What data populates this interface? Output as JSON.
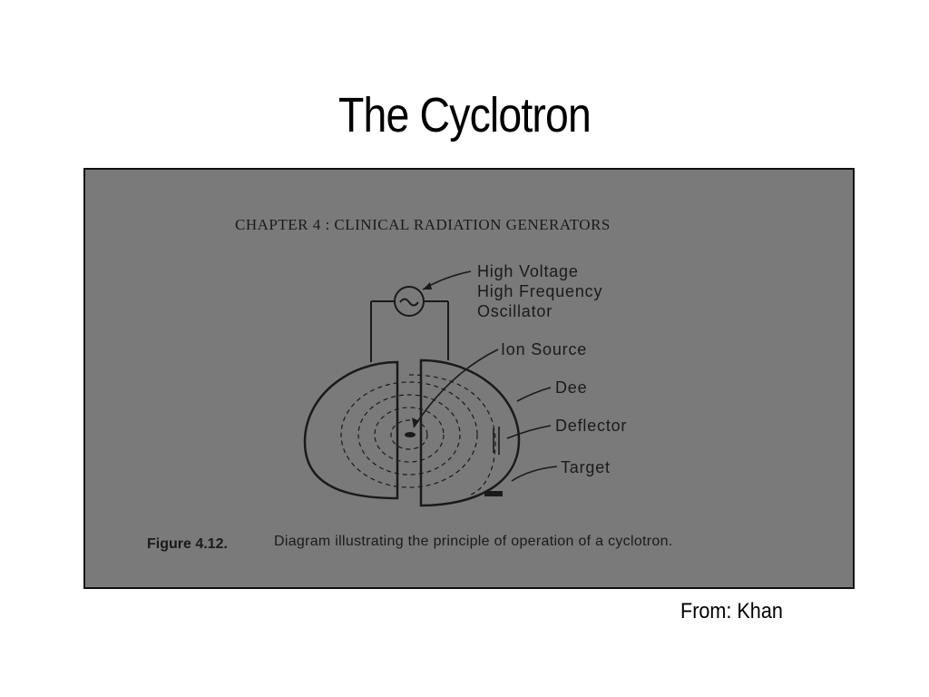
{
  "slide": {
    "title": "The Cyclotron",
    "credit": "From: Khan"
  },
  "figure": {
    "chapter_header": "CHAPTER 4 : CLINICAL RADIATION GENERATORS",
    "oscillator_symbol": "~",
    "labels": {
      "oscillator_line1": "High Voltage",
      "oscillator_line2": "High Frequency",
      "oscillator_line3": "Oscillator",
      "ion_source": "Ion Source",
      "dee": "Dee",
      "deflector": "Deflector",
      "target": "Target"
    },
    "caption_number": "Figure 4.12.",
    "caption_text": "Diagram illustrating the principle of operation of a cyclotron."
  },
  "colors": {
    "background": "#7a7a7a",
    "ink": "#1a1a1a"
  }
}
